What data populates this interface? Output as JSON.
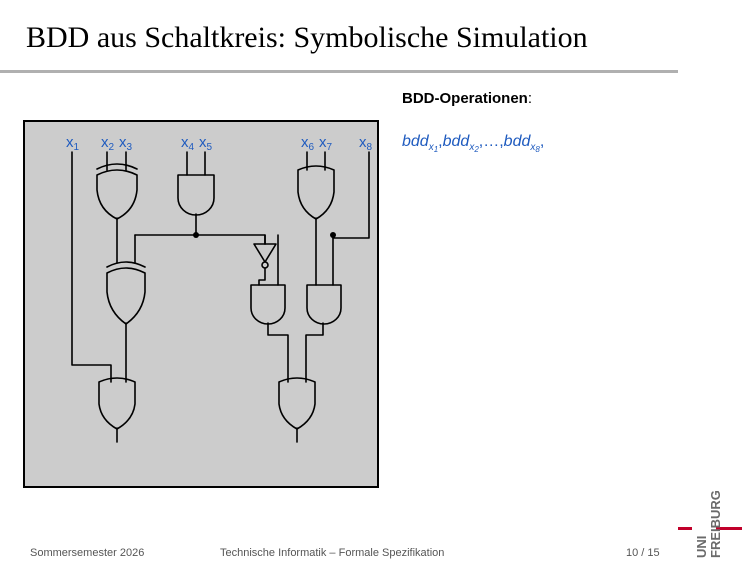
{
  "slide": {
    "title": "BDD aus Schaltkreis: Symbolische Simulation"
  },
  "circuit": {
    "inputs": [
      {
        "var": "x",
        "index": "1"
      },
      {
        "var": "x",
        "index": "2"
      },
      {
        "var": "x",
        "index": "3"
      },
      {
        "var": "x",
        "index": "4"
      },
      {
        "var": "x",
        "index": "5"
      },
      {
        "var": "x",
        "index": "6"
      },
      {
        "var": "x",
        "index": "7"
      },
      {
        "var": "x",
        "index": "8"
      }
    ],
    "gates": [
      "XOR",
      "AND",
      "XOR",
      "NOT",
      "AND",
      "AND",
      "OR",
      "OR",
      "OR"
    ],
    "colors": {
      "background": "#cccccc",
      "wire": "#000000",
      "label": "#1f5bbf"
    }
  },
  "ops": {
    "heading": "BDD-Operationen",
    "heading_suffix": ":",
    "bdd": "bdd",
    "x": "x",
    "sub1": "1",
    "sub2": "2",
    "sub8": "8",
    "comma": ",",
    "ellipsis": "…"
  },
  "footer": {
    "semester": "Sommersemester 2026",
    "course": "Technische Informatik – Formale Spezifikation",
    "page": "10 / 15"
  },
  "logo": {
    "top": "UNI",
    "bottom": "FREIBURG",
    "accent": "#c1002a"
  }
}
